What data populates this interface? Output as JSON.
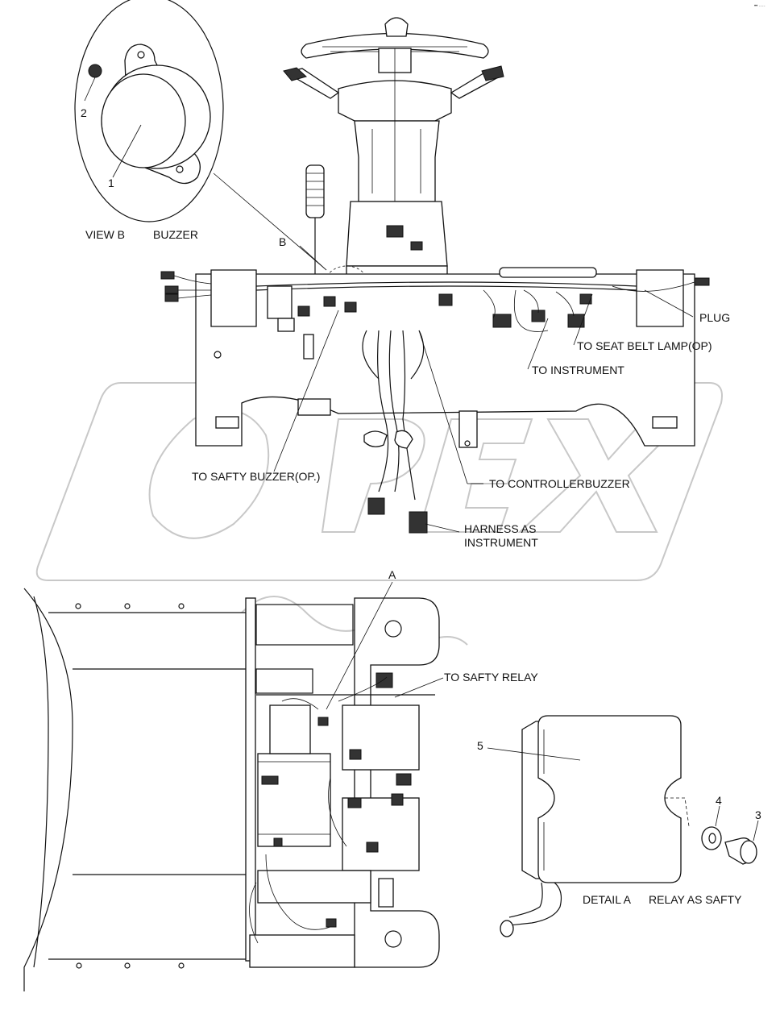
{
  "view_b": {
    "title": "VIEW B",
    "subtitle": "BUZZER",
    "item_1": "1",
    "item_2": "2"
  },
  "callouts": {
    "b": "B",
    "plug": "PLUG",
    "seat_belt_lamp": "TO SEAT BELT LAMP(OP)",
    "instrument": "TO INSTRUMENT",
    "safty_buzzer": "TO SAFTY BUZZER(OP.)",
    "controller_buzzer": "TO CONTROLLERBUZZER",
    "harness_line1": "HARNESS AS",
    "harness_line2": "INSTRUMENT",
    "a": "A",
    "safty_relay": "TO SAFTY RELAY"
  },
  "detail_a": {
    "title": "DETAIL A",
    "subtitle": "RELAY AS SAFTY",
    "item_3": "3",
    "item_4": "4",
    "item_5": "5"
  },
  "watermark": "OPEX",
  "corner_mark": "•• ····"
}
